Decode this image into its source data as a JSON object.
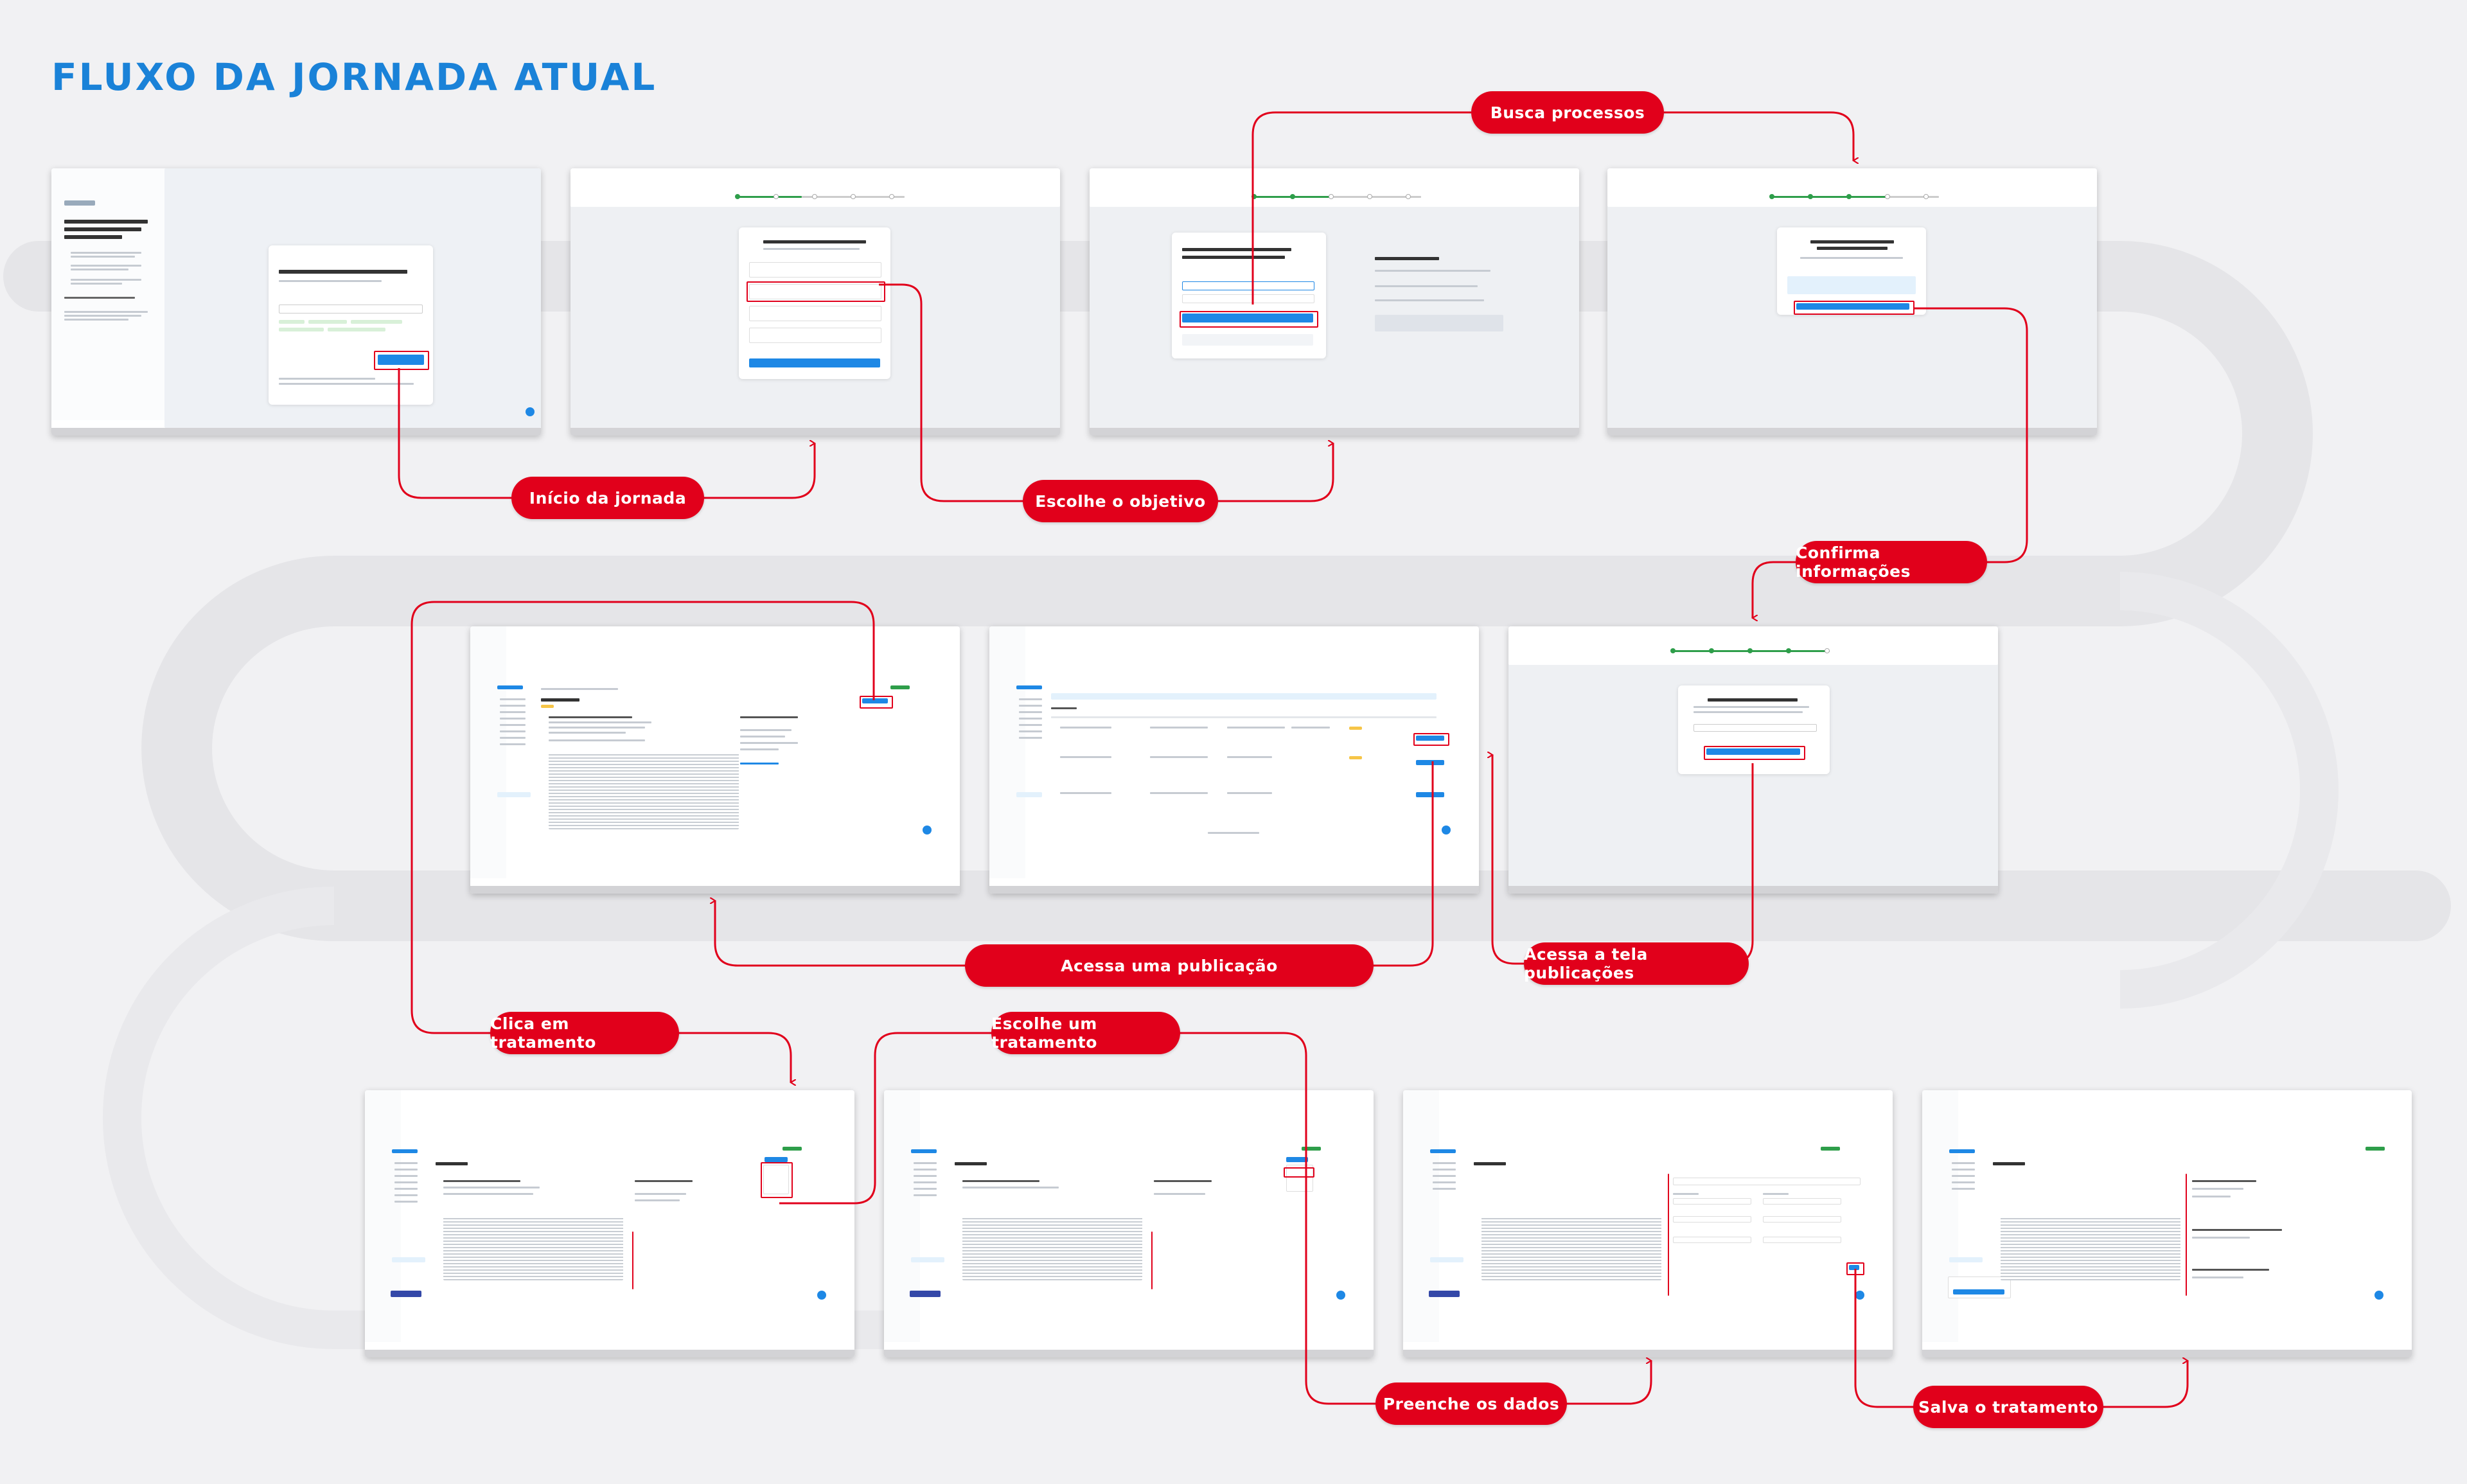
{
  "title": "FLUXO DA JORNADA ATUAL",
  "steps": [
    {
      "label": "Início da jornada"
    },
    {
      "label": "Escolhe o objetivo"
    },
    {
      "label": "Busca processos"
    },
    {
      "label": "Confirma informações"
    },
    {
      "label": "Acessa a tela publicações"
    },
    {
      "label": "Acessa uma publicação"
    },
    {
      "label": "Clica em tratamento"
    },
    {
      "label": "Escolhe um tratamento"
    },
    {
      "label": "Preenche os dados"
    },
    {
      "label": "Salva o tratamento"
    }
  ],
  "colors": {
    "title": "#1a82d8",
    "accent": "#e1001b",
    "connector": "#e1001b",
    "track": "#e5e5e8",
    "background": "#f1f1f3"
  }
}
